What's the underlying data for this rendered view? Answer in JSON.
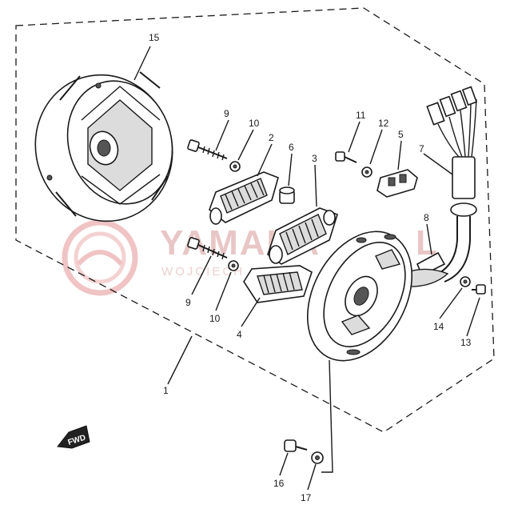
{
  "watermark": {
    "brand": "YAMAHA",
    "brand_tail": "L",
    "subtitle": "WOJCIECH   LOBO"
  },
  "direction_mark": {
    "text": "FWD"
  },
  "callouts": [
    {
      "id": "15",
      "label": "15"
    },
    {
      "id": "9a",
      "label": "9"
    },
    {
      "id": "10a",
      "label": "10"
    },
    {
      "id": "2",
      "label": "2"
    },
    {
      "id": "6",
      "label": "6"
    },
    {
      "id": "3",
      "label": "3"
    },
    {
      "id": "11",
      "label": "11"
    },
    {
      "id": "12",
      "label": "12"
    },
    {
      "id": "5",
      "label": "5"
    },
    {
      "id": "7",
      "label": "7"
    },
    {
      "id": "8",
      "label": "8"
    },
    {
      "id": "9b",
      "label": "9"
    },
    {
      "id": "10b",
      "label": "10"
    },
    {
      "id": "4",
      "label": "4"
    },
    {
      "id": "14",
      "label": "14"
    },
    {
      "id": "13",
      "label": "13"
    },
    {
      "id": "1",
      "label": "1"
    },
    {
      "id": "16",
      "label": "16"
    },
    {
      "id": "17",
      "label": "17"
    }
  ]
}
